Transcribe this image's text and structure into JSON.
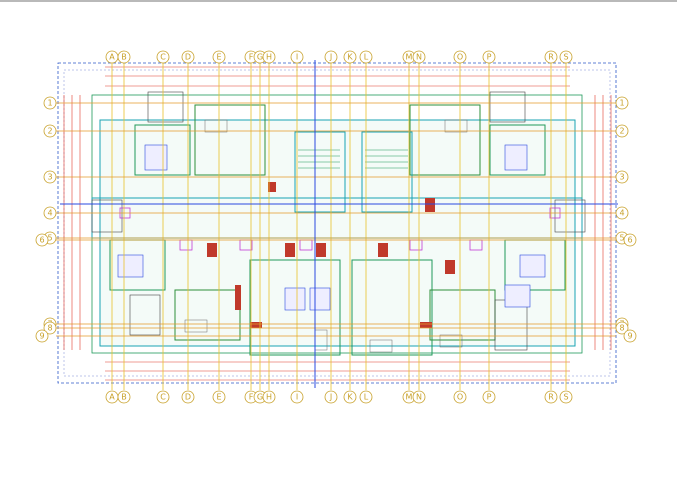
{
  "drawing": {
    "column_axes": [
      "A",
      "B",
      "C",
      "D",
      "E",
      "F",
      "G",
      "H",
      "I",
      "J",
      "K",
      "L",
      "M",
      "N",
      "O",
      "P",
      "R",
      "S"
    ],
    "row_axes_left": [
      "1",
      "2",
      "3",
      "4",
      "5",
      "6",
      "7",
      "8",
      "9"
    ],
    "row_axes_right": [
      "1",
      "2",
      "3",
      "4",
      "5",
      "6",
      "7",
      "8",
      "9"
    ]
  },
  "colors": {
    "grid_yellow": "#e8c22a",
    "dim_red": "#e03a2a",
    "wall_green": "#1f9a5a",
    "wall_cyan": "#19a3b3",
    "furniture_magenta": "#c23ad6",
    "axis_blue": "#2a4ae0",
    "border_blue": "#2d59c9"
  }
}
